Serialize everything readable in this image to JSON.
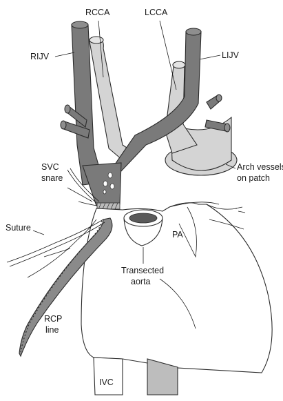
{
  "labels": {
    "rcca": "RCCA",
    "lcca": "LCCA",
    "rijv": "RIJV",
    "lijv": "LIJV",
    "arch_line1": "Arch vessels",
    "arch_line2": "on patch",
    "svc_line1": "SVC",
    "svc_line2": "snare",
    "suture": "Suture",
    "pa": "PA",
    "transected_line1": "Transected",
    "transected_line2": "aorta",
    "rcp_line1": "RCP",
    "rcp_line2": "line",
    "ivc": "IVC"
  },
  "colors": {
    "vein": "#7a7a7a",
    "artery": "#d4d4d4",
    "heart": "#ffffff",
    "outline": "#2a2a2a"
  }
}
